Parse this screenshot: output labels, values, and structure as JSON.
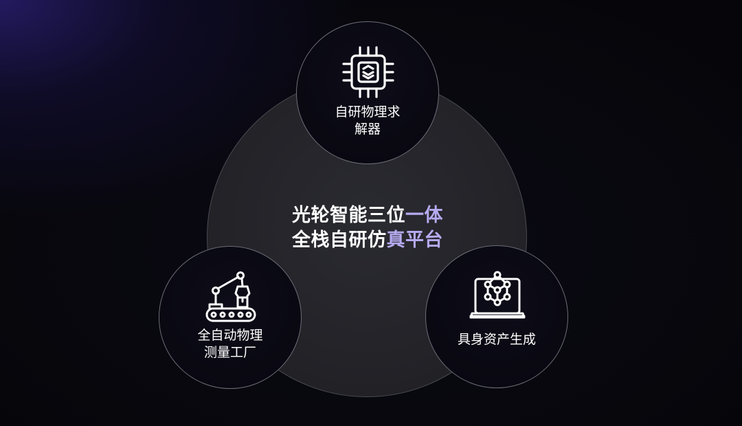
{
  "center": {
    "line1_a": "光轮智能三位",
    "line1_b": "一体",
    "line2_a": "全栈自研仿",
    "line2_b": "真平台",
    "highlight_color": "#b6aaf0"
  },
  "nodes": {
    "top": {
      "icon": "chip-icon",
      "line1": "自研物理求",
      "line2": "解器"
    },
    "left": {
      "icon": "robot-arm-icon",
      "line1": "全自动物理",
      "line2": "测量工厂"
    },
    "right": {
      "icon": "laptop-cube-icon",
      "line1": "具身资产生成"
    }
  }
}
